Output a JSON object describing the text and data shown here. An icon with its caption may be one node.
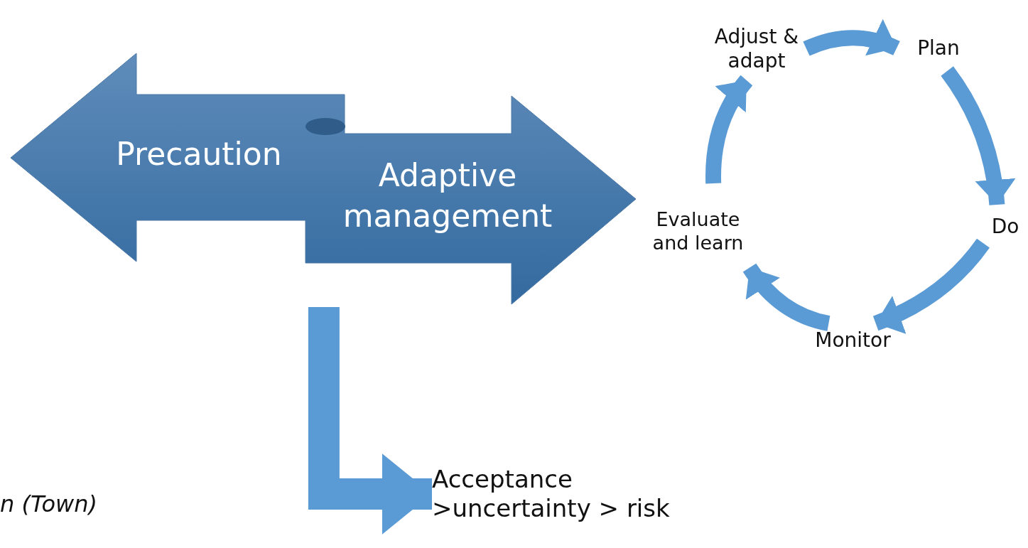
{
  "diagram": {
    "nodes": [
      {
        "text": [
          "Precaution",
          "Adaptive management"
        ]
      },
      {
        "text": [
          "Plan"
        ]
      },
      {
        "text": [
          "Do"
        ]
      },
      {
        "text": [
          "Monitor"
        ]
      },
      {
        "text": [
          "Evaluate and learn"
        ]
      },
      {
        "text": [
          "Adjust & adapt"
        ]
      },
      {
        "text": [
          "Acceptance >uncertainty > risk"
        ]
      }
    ],
    "edges": [
      {
        "from": 5,
        "to": 1,
        "arrow": "to"
      },
      {
        "from": 1,
        "to": 2,
        "arrow": "to"
      },
      {
        "from": 2,
        "to": 3,
        "arrow": "to"
      },
      {
        "from": 3,
        "to": 4,
        "arrow": "to"
      },
      {
        "from": 4,
        "to": 5,
        "arrow": "to"
      },
      {
        "from": 0,
        "to": 6,
        "arrow": "to",
        "style": "thick"
      }
    ],
    "labels": [
      "n (Town)"
    ]
  }
}
